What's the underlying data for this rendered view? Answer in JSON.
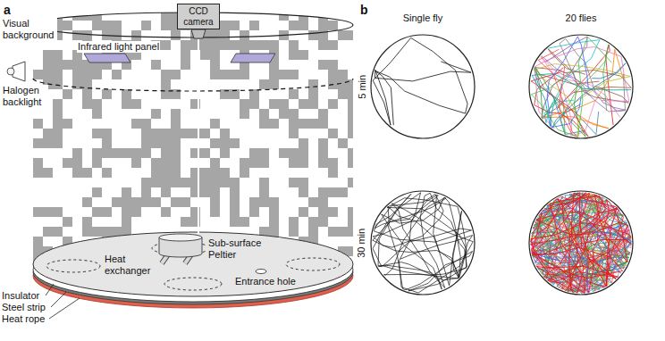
{
  "diagram": {
    "nodes": [
      {
        "text": [
          "CCD camera"
        ]
      }
    ],
    "labels": [
      "a",
      "Visual background",
      "Infrared light panel",
      "Halogen backlight",
      "Sub-surface Peltier",
      "Heat exchanger",
      "Entrance hole",
      "Insulator",
      "Steel strip",
      "Heat rope",
      "b",
      "Single fly",
      "20 flies",
      "5 min",
      "30 min"
    ]
  }
}
